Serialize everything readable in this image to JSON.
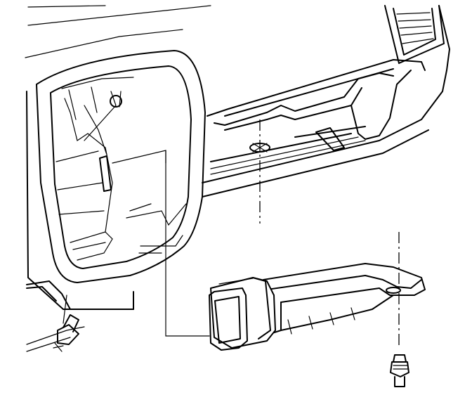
{
  "diagram": {
    "kind": "exploded line drawing",
    "style": "black ink on white",
    "parts": [
      "instrument-panel",
      "glove-box-opening",
      "center-air-vent",
      "lower-duct",
      "duct-outlet",
      "fastener-screw",
      "retaining-clip",
      "alignment-axis"
    ]
  }
}
